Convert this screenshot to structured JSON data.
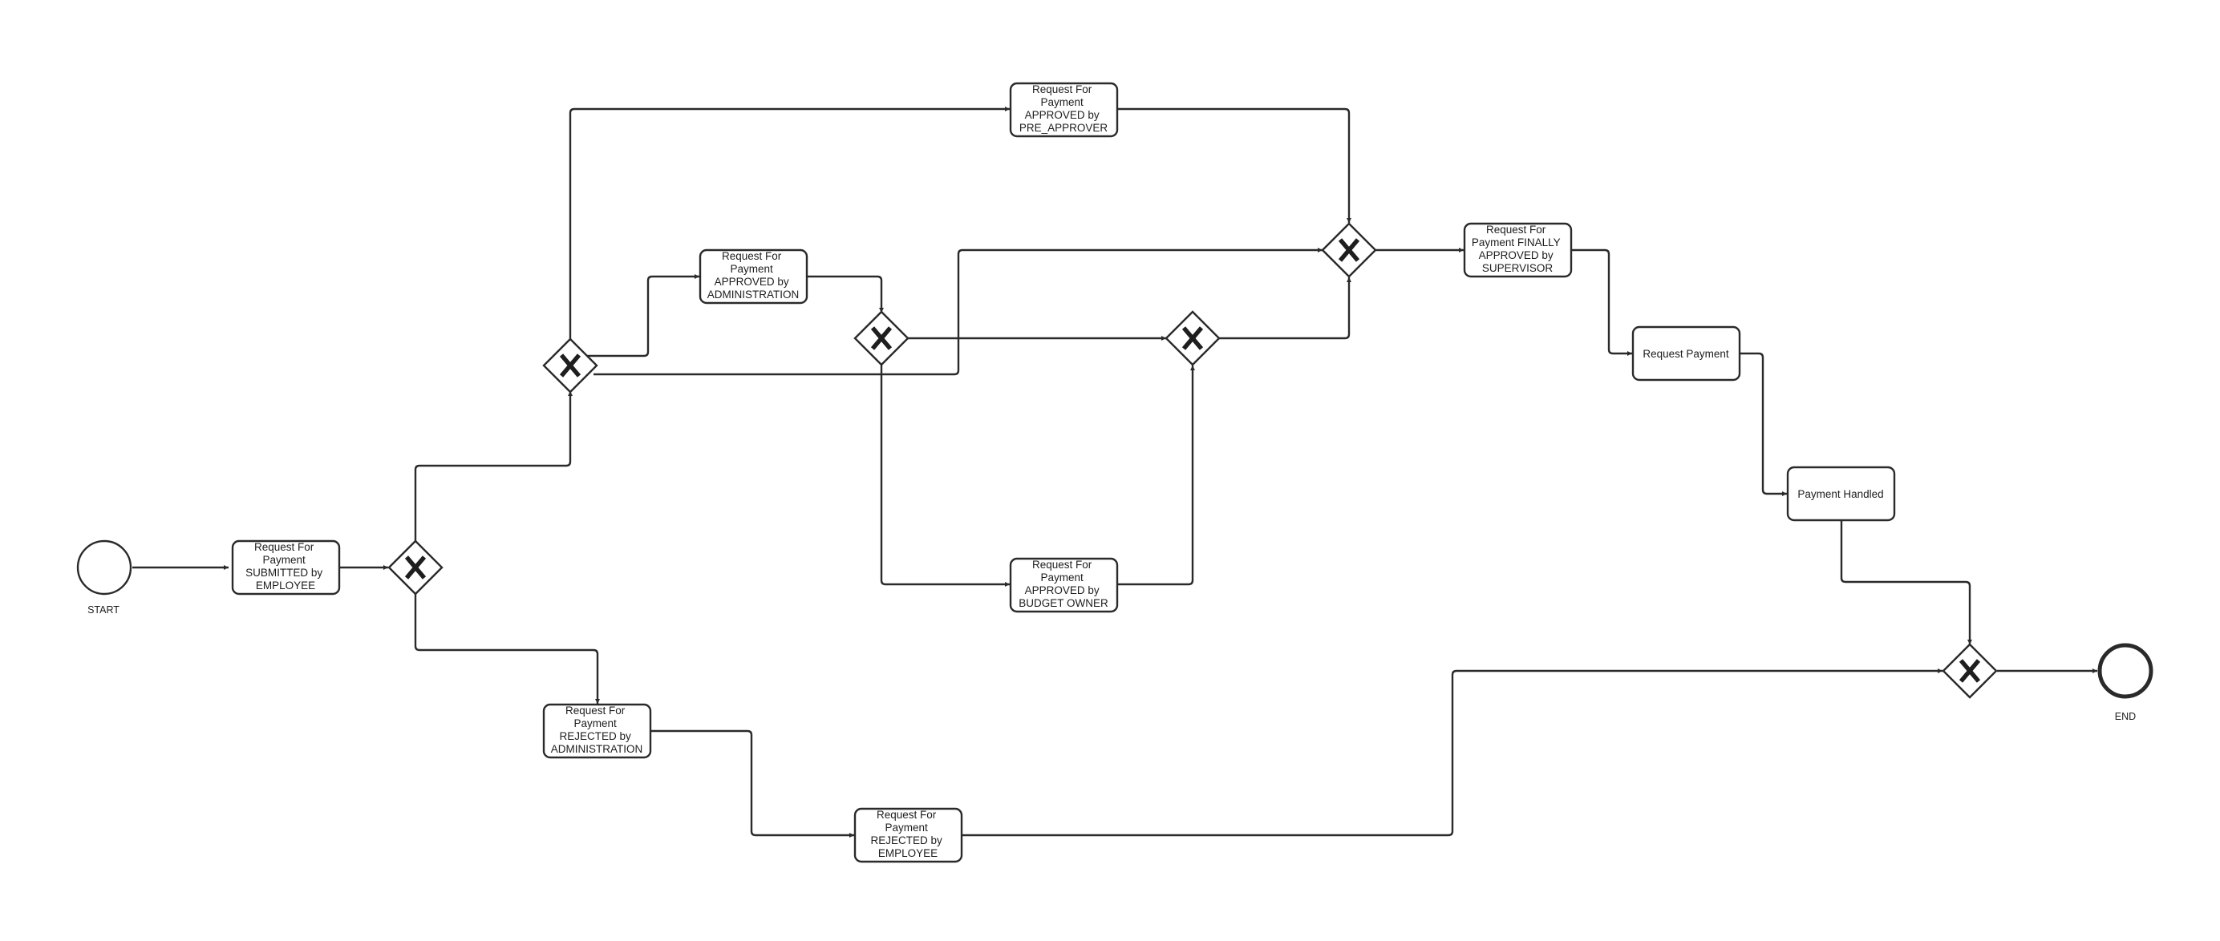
{
  "diagram": {
    "events": {
      "start": {
        "label": "START"
      },
      "end": {
        "label": "END"
      }
    },
    "tasks": {
      "submitted_employee": {
        "lines": [
          "Request For",
          "Payment",
          "SUBMITTED by",
          "EMPLOYEE"
        ]
      },
      "approved_pre_approver": {
        "lines": [
          "Request For",
          "Payment",
          "APPROVED by",
          "PRE_APPROVER"
        ]
      },
      "approved_administration": {
        "lines": [
          "Request For",
          "Payment",
          "APPROVED by",
          "ADMINISTRATION"
        ]
      },
      "approved_budget_owner": {
        "lines": [
          "Request For",
          "Payment",
          "APPROVED by",
          "BUDGET OWNER"
        ]
      },
      "finally_approved_supervisor": {
        "lines": [
          "Request For",
          "Payment FINALLY",
          "APPROVED by",
          "SUPERVISOR"
        ]
      },
      "request_payment": {
        "lines": [
          "Request Payment"
        ]
      },
      "payment_handled": {
        "lines": [
          "Payment Handled"
        ]
      },
      "rejected_administration": {
        "lines": [
          "Request For",
          "Payment",
          "REJECTED by",
          "ADMINISTRATION"
        ]
      },
      "rejected_employee": {
        "lines": [
          "Request For",
          "Payment",
          "REJECTED by",
          "EMPLOYEE"
        ]
      }
    },
    "gateways": {
      "type": "exclusive",
      "marker": "X",
      "ids": [
        "g1",
        "g2",
        "g3",
        "g4",
        "g5",
        "g6"
      ]
    }
  }
}
